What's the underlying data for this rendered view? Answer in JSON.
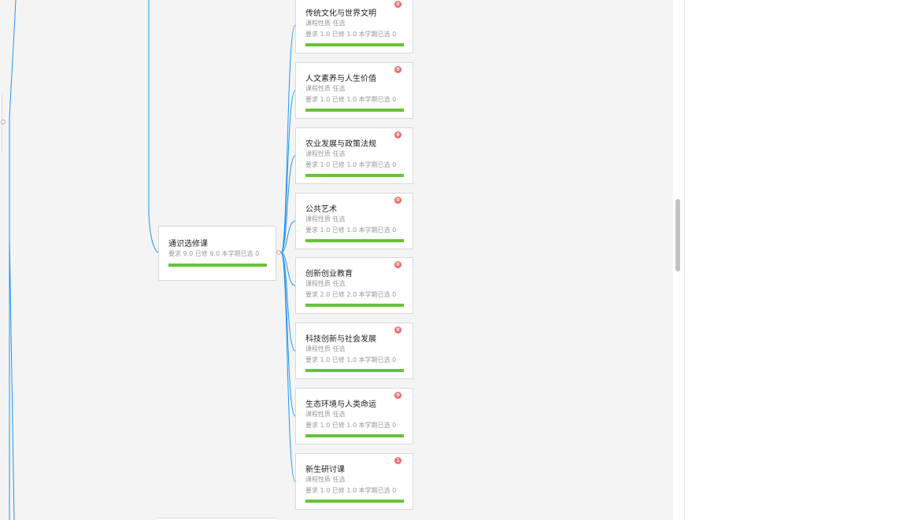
{
  "colors": {
    "connector": "#2196f3",
    "progress": "#67c23a",
    "badge": "#f26b6b",
    "canvas": "#f4f4f4"
  },
  "parent": {
    "title": "通识选修课",
    "stats": "要求 9.0 已修 9.0 本学期已选 0",
    "progress_fraction": 1.0
  },
  "courses": [
    {
      "title": "传统文化与世界文明",
      "nature": "课程性质 任选",
      "stats": "要求 1.0 已修 1.0 本学期已选 0",
      "badge": "0",
      "progress_fraction": 1.0
    },
    {
      "title": "人文素养与人生价值",
      "nature": "课程性质 任选",
      "stats": "要求 1.0 已修 1.0 本学期已选 0",
      "badge": "0",
      "progress_fraction": 1.0
    },
    {
      "title": "农业发展与政策法规",
      "nature": "课程性质 任选",
      "stats": "要求 1.0 已修 1.0 本学期已选 0",
      "badge": "0",
      "progress_fraction": 1.0
    },
    {
      "title": "公共艺术",
      "nature": "课程性质 任选",
      "stats": "要求 1.0 已修 1.0 本学期已选 0",
      "badge": "0",
      "progress_fraction": 1.0
    },
    {
      "title": "创新创业教育",
      "nature": "课程性质 任选",
      "stats": "要求 2.0 已修 2.0 本学期已选 0",
      "badge": "0",
      "progress_fraction": 1.0
    },
    {
      "title": "科技创新与社会发展",
      "nature": "课程性质 任选",
      "stats": "要求 1.0 已修 1.0 本学期已选 0",
      "badge": "0",
      "progress_fraction": 1.0
    },
    {
      "title": "生态环境与人类命运",
      "nature": "课程性质 任选",
      "stats": "要求 1.0 已修 1.0 本学期已选 0",
      "badge": "0",
      "progress_fraction": 1.0
    },
    {
      "title": "新生研讨课",
      "nature": "课程性质 任选",
      "stats": "要求 1.0 已修 1.0 本学期已选 0",
      "badge": "1",
      "progress_fraction": 1.0
    }
  ]
}
